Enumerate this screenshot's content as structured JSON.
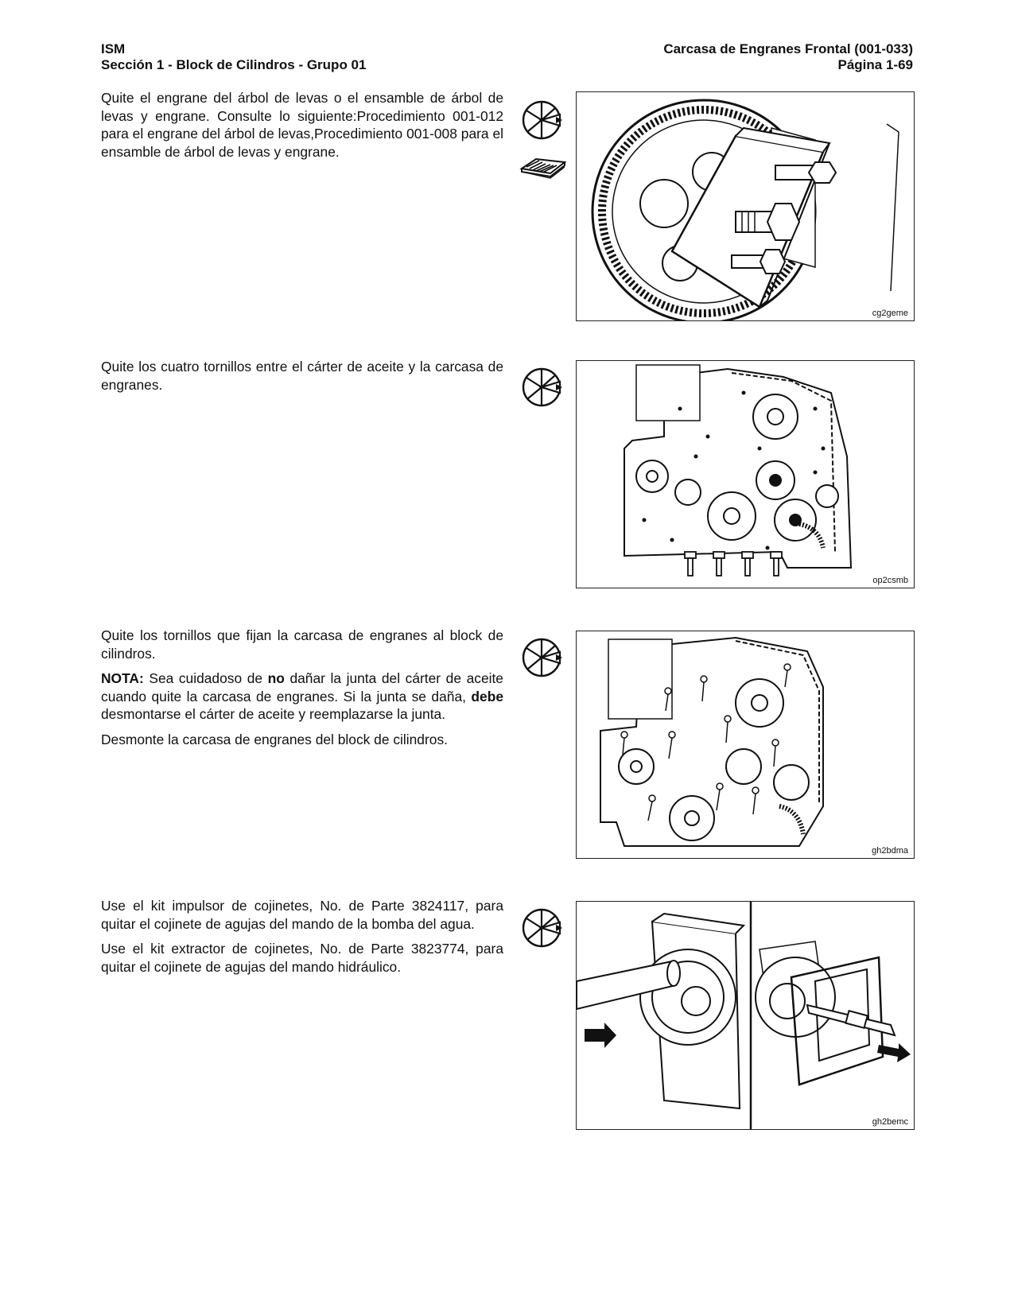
{
  "header": {
    "left_line1": "ISM",
    "left_line2": "Sección 1 - Block de Cilindros - Grupo 01",
    "right_line1": "Carcasa de Engranes Frontal (001-033)",
    "right_line2": "Página 1-69"
  },
  "sections": [
    {
      "paragraphs": [
        "Quite el engrane del árbol de levas o el ensamble de árbol de levas y engrane. Consulte lo siguiente:Procedimiento 001-012 para el engrane del árbol de levas,Procedimiento 001-008 para el ensamble de árbol de levas y engrane."
      ],
      "icons": [
        "remove-icon",
        "reference-manual-icon"
      ],
      "figure_code": "cg2geme"
    },
    {
      "paragraphs": [
        "Quite los cuatro tornillos entre el cárter de aceite y la carcasa de engranes."
      ],
      "icons": [
        "remove-icon"
      ],
      "figure_code": "op2csmb"
    },
    {
      "paragraphs": [
        "Quite los tornillos que fijan la carcasa de engranes al block de cilindros."
      ],
      "note": {
        "label": "NOTA:",
        "part1": " Sea cuidadoso de ",
        "bold1": "no",
        "part2": " dañar la junta del cárter de aceite cuando quite la carcasa de engranes. Si la junta se daña, ",
        "bold2": "debe",
        "part3": " desmontarse el cárter de aceite y reemplazarse la junta."
      },
      "paragraphs_after": [
        "Desmonte la carcasa de engranes del block de cilindros."
      ],
      "icons": [
        "remove-icon"
      ],
      "figure_code": "gh2bdma"
    },
    {
      "paragraphs": [
        "Use el kit impulsor de cojinetes, No. de Parte 3824117, para quitar el cojinete de agujas del mando de la bomba del agua.",
        "Use el kit extractor de cojinetes, No. de Parte 3823774, para quitar el cojinete de agujas del mando hidráulico."
      ],
      "icons": [
        "remove-icon"
      ],
      "figure_code": "gh2bemc"
    }
  ]
}
